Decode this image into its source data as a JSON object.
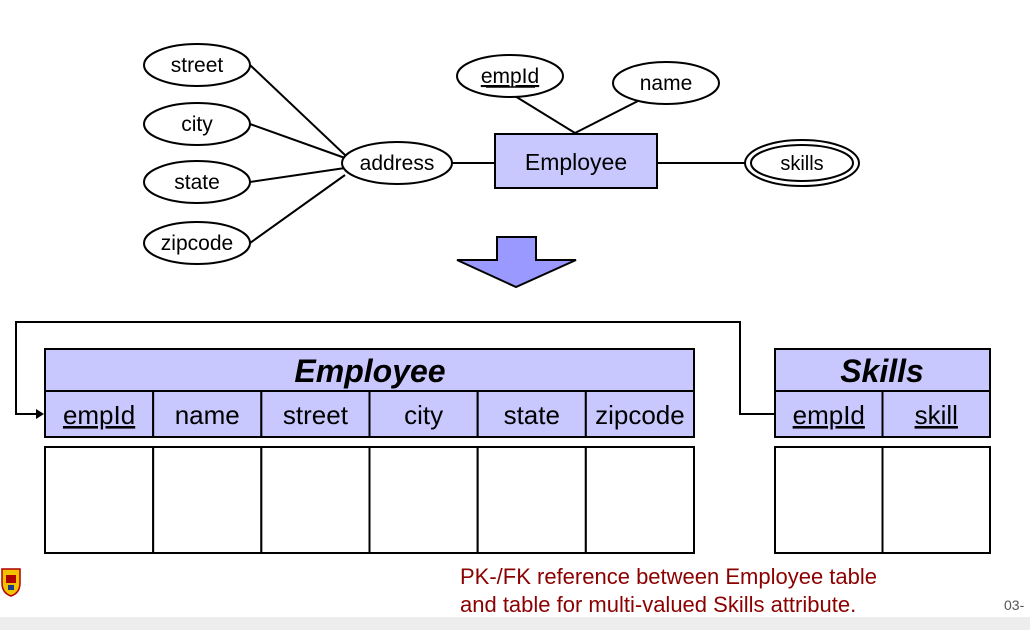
{
  "er": {
    "attributes": {
      "street": "street",
      "city": "city",
      "state": "state",
      "zipcode": "zipcode",
      "address": "address",
      "empId": "empId",
      "name": "name",
      "skills": "skills"
    },
    "entity": "Employee"
  },
  "employee_table": {
    "title": "Employee",
    "columns": [
      "empId",
      "name",
      "street",
      "city",
      "state",
      "zipcode"
    ],
    "key_columns": [
      "empId"
    ]
  },
  "skills_table": {
    "title": "Skills",
    "columns": [
      "empId",
      "skill"
    ],
    "key_columns": [
      "empId",
      "skill"
    ]
  },
  "caption": {
    "line1": "PK-/FK reference between Employee table",
    "line2": "and table for multi-valued Skills attribute."
  },
  "slide_number": "03-",
  "colors": {
    "table_header": "#c8c8ff",
    "entity_fill": "#c8c8ff",
    "arrow_fill": "#9999ff",
    "caption": "#8b0000"
  }
}
